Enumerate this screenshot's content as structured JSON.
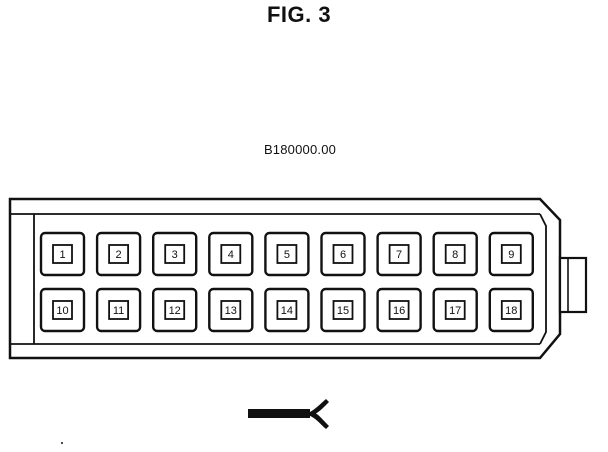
{
  "figure": {
    "title": "FIG. 3",
    "part_number": "B180000.00"
  },
  "connector": {
    "rows": [
      [
        "1",
        "2",
        "3",
        "4",
        "5",
        "6",
        "7",
        "8",
        "9"
      ],
      [
        "10",
        "11",
        "12",
        "13",
        "14",
        "15",
        "16",
        "17",
        "18"
      ]
    ]
  },
  "colors": {
    "ink": "#111111",
    "background": "#ffffff"
  }
}
